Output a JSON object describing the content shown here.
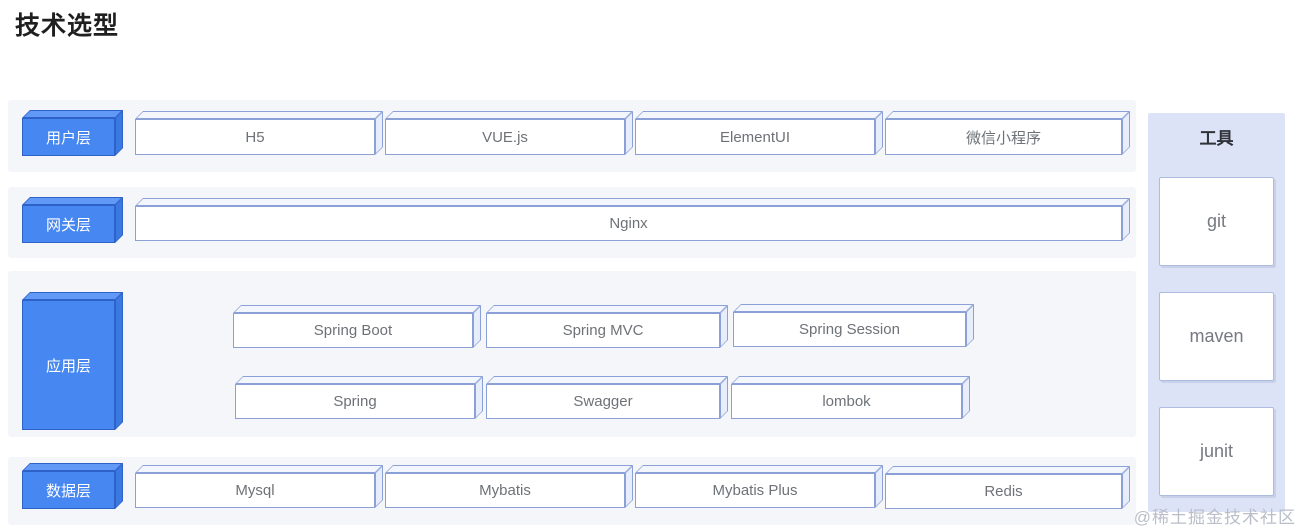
{
  "title": "技术选型",
  "layers": {
    "user": {
      "label": "用户层",
      "items": [
        "H5",
        "VUE.js",
        "ElementUI",
        "微信小程序"
      ]
    },
    "gateway": {
      "label": "网关层",
      "items": [
        "Nginx"
      ]
    },
    "app": {
      "label": "应用层",
      "row1": [
        "Spring Boot",
        "Spring MVC",
        "Spring Session"
      ],
      "row2": [
        "Spring",
        "Swagger",
        "lombok"
      ]
    },
    "data": {
      "label": "数据层",
      "items": [
        "Mysql",
        "Mybatis",
        "Mybatis Plus",
        "Redis"
      ]
    }
  },
  "tools": {
    "header": "工具",
    "items": [
      "git",
      "maven",
      "junit"
    ]
  },
  "watermark": "@稀土掘金技术社区",
  "colors": {
    "accent_blue": "#4687f2",
    "accent_blue_dark": "#2f62c9",
    "box_border": "#8aa0d6",
    "band_bg": "#f5f6fa",
    "tools_panel_bg": "#dce3f6",
    "box_text": "#6e7277",
    "watermark_text": "#b9bec9"
  }
}
